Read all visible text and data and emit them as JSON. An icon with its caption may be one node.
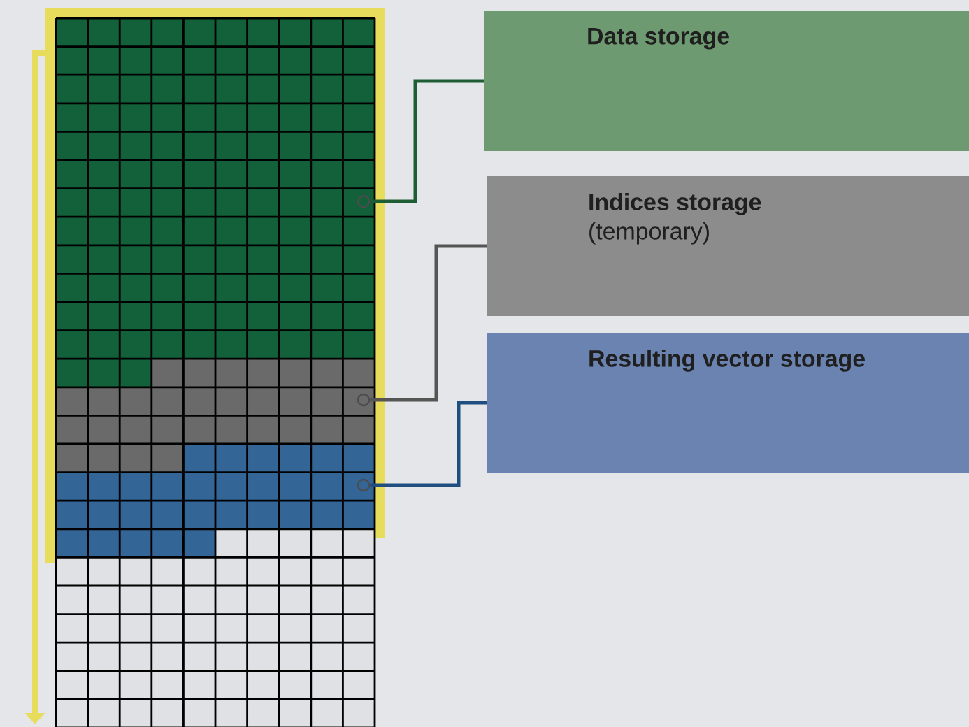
{
  "diagram": {
    "nodes": [
      {
        "text": [
          "Data storage"
        ]
      },
      {
        "text": [
          "Indices storage",
          "(temporary)"
        ]
      },
      {
        "text": [
          "Resulting vector storage"
        ]
      },
      {
        "text": [],
        "shape": "circle"
      },
      {
        "text": [],
        "shape": "circle"
      },
      {
        "text": [],
        "shape": "circle"
      }
    ],
    "edges": [
      {
        "from": 0,
        "to": 3,
        "arrow": "none",
        "color": "#1f5e35"
      },
      {
        "from": 1,
        "to": 4,
        "arrow": "none",
        "color": "#555555"
      },
      {
        "from": 2,
        "to": 5,
        "arrow": "none",
        "color": "#1e4f80"
      }
    ]
  }
}
